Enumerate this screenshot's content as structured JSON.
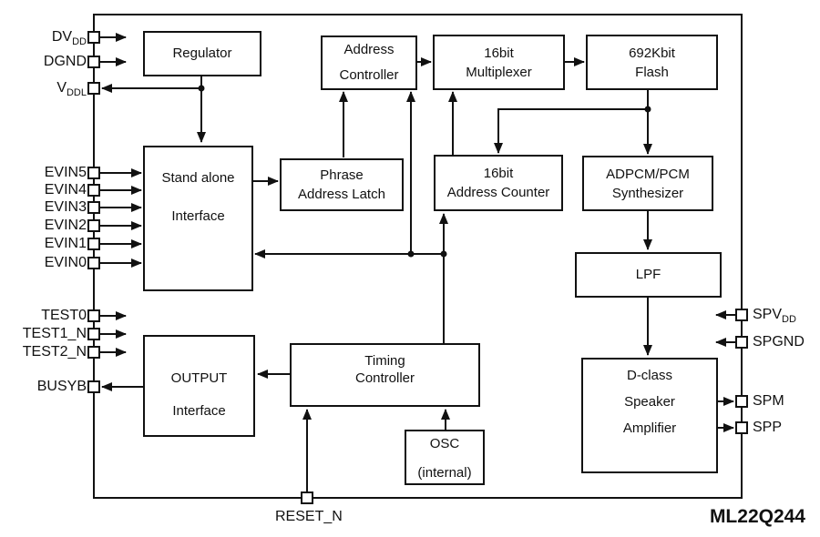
{
  "diagram": {
    "chip_name": "ML22Q244",
    "line_color": "#111111",
    "background_color": "#ffffff"
  },
  "blocks": {
    "regulator": {
      "lines": [
        "Regulator"
      ]
    },
    "address_controller": {
      "lines": [
        "Address",
        "Controller"
      ]
    },
    "multiplexer_16bit": {
      "lines": [
        "16bit",
        "Multiplexer"
      ]
    },
    "flash_692kbit": {
      "lines": [
        "692Kbit",
        "Flash"
      ]
    },
    "phrase_address_latch": {
      "lines": [
        "Phrase",
        "Address Latch"
      ]
    },
    "address_counter_16bit": {
      "lines": [
        "16bit",
        "Address Counter"
      ]
    },
    "adpcm_pcm_synthesizer": {
      "lines": [
        "ADPCM/PCM",
        "Synthesizer"
      ]
    },
    "stand_alone_interface": {
      "lines": [
        "Stand alone",
        "Interface"
      ]
    },
    "lpf": {
      "lines": [
        "LPF"
      ]
    },
    "d_class_speaker_amplifier": {
      "lines": [
        "D-class",
        "Speaker",
        "Amplifier"
      ]
    },
    "output_interface": {
      "lines": [
        "OUTPUT",
        "Interface"
      ]
    },
    "timing_controller": {
      "lines": [
        "Timing",
        "Controller"
      ]
    },
    "osc_internal": {
      "lines": [
        "OSC",
        "(internal)"
      ]
    }
  },
  "pins": {
    "left": [
      {
        "main": "DV",
        "sub": "DD"
      },
      {
        "main": "DGND",
        "sub": ""
      },
      {
        "main": "V",
        "sub": "DDL"
      },
      {
        "main": "EVIN5",
        "sub": ""
      },
      {
        "main": "EVIN4",
        "sub": ""
      },
      {
        "main": "EVIN3",
        "sub": ""
      },
      {
        "main": "EVIN2",
        "sub": ""
      },
      {
        "main": "EVIN1",
        "sub": ""
      },
      {
        "main": "EVIN0",
        "sub": ""
      },
      {
        "main": "TEST0",
        "sub": ""
      },
      {
        "main": "TEST1_N",
        "sub": ""
      },
      {
        "main": "TEST2_N",
        "sub": ""
      },
      {
        "main": "BUSYB",
        "sub": ""
      }
    ],
    "right": [
      {
        "main": "SPV",
        "sub": "DD"
      },
      {
        "main": "SPGND",
        "sub": ""
      },
      {
        "main": "SPM",
        "sub": ""
      },
      {
        "main": "SPP",
        "sub": ""
      }
    ],
    "bottom": [
      {
        "main": "RESET_N",
        "sub": ""
      }
    ]
  }
}
